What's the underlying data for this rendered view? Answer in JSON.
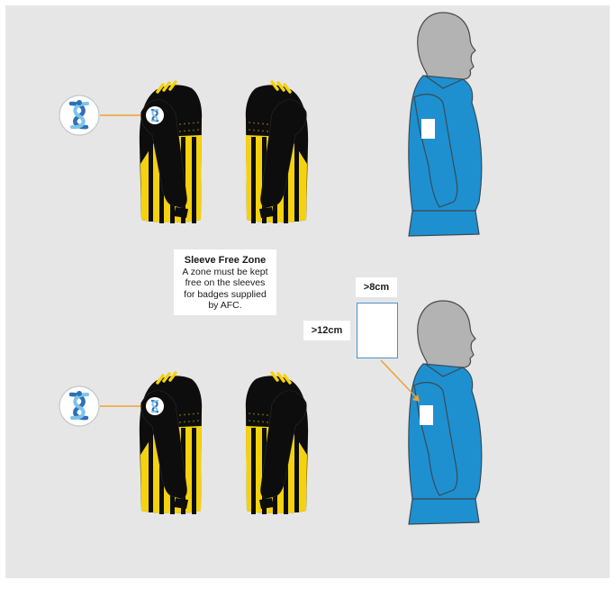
{
  "colors": {
    "background": "#e6e6e7",
    "jersey_black": "#0d0d0d",
    "jersey_yellow": "#f5d20e",
    "shirt_blue": "#1e90d0",
    "head_grey": "#b3b3b3",
    "arrow_orange": "#f0a030",
    "badge_outline": "#4a90c8"
  },
  "note": {
    "title": "Sleeve Free Zone",
    "body": "A zone must be kept free on the sleeves for badges supplied by AFC."
  },
  "dimensions": {
    "width_label": ">8cm",
    "height_label": ">12cm"
  },
  "icons": [
    "afc-logo-icon",
    "jersey-front-icon",
    "jersey-back-icon",
    "mannequin-icon"
  ]
}
